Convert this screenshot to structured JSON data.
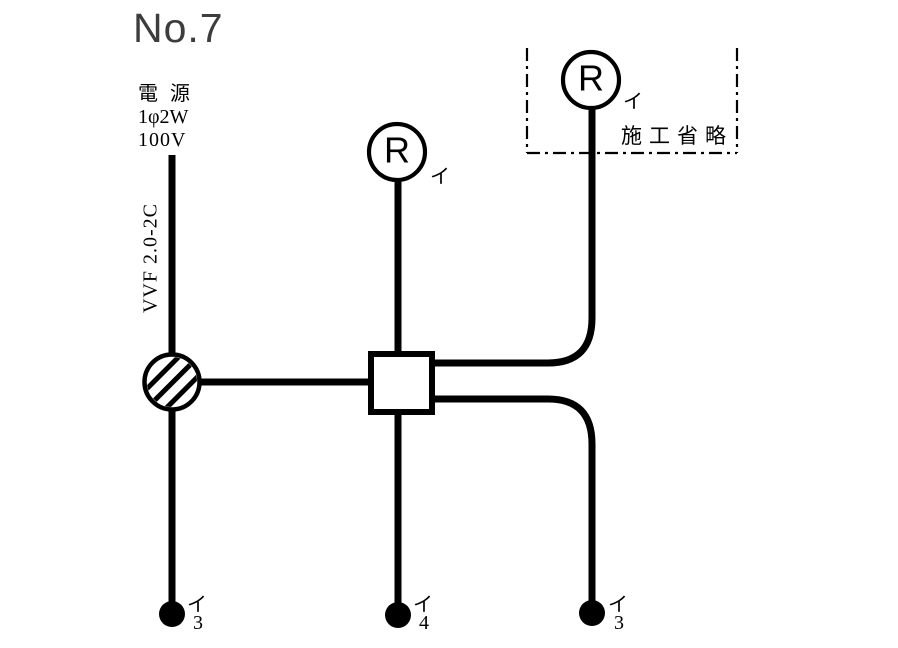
{
  "title": "No.7",
  "power_source": {
    "line1": "電 源",
    "line2": "1φ2W",
    "line3": "100V"
  },
  "cable": {
    "label": "VVF 2.0-2C"
  },
  "omission": {
    "label": "施工省略"
  },
  "receptacles": [
    {
      "letter": "R",
      "circuit": "イ"
    },
    {
      "letter": "R",
      "circuit": "イ"
    }
  ],
  "switches": [
    {
      "circuit": "イ",
      "ways": "3"
    },
    {
      "circuit": "イ",
      "ways": "4"
    },
    {
      "circuit": "イ",
      "ways": "3"
    }
  ],
  "colors": {
    "ink": "#000000",
    "title_ink": "#3d3d3d",
    "bg": "#ffffff"
  }
}
